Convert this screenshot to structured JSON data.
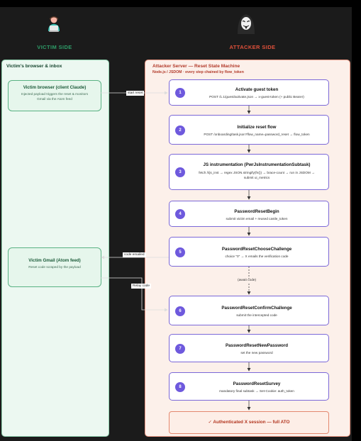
{
  "victim_side": {
    "title": "VICTIM SIDE",
    "panel_title": "Victim's browser & inbox",
    "browser": {
      "title": "Victim browser (client Claude)",
      "line1": "Injected payload triggers the reset & monitors",
      "line2": "Gmail via the Atom feed"
    },
    "gmail": {
      "title": "Victim Gmail (Atom feed)",
      "line1": "Reset code scraped by the payload"
    }
  },
  "attacker_side": {
    "title": "ATTACKER SIDE",
    "panel_title": "Attacker Server — Reset State Machine",
    "panel_subtitle": "Node.js / JSDOM · every step chained by flow_token"
  },
  "steps": [
    {
      "num": "1",
      "title": "Activate guest token",
      "desc1": "POST /1.1/guest/activate.json → x-guest-token (+ public Bearer)",
      "desc2": ""
    },
    {
      "num": "2",
      "title": "Initialize reset flow",
      "desc1": "POST /onboarding/task.json?flow_name=password_reset → flow_token",
      "desc2": ""
    },
    {
      "num": "3",
      "title": "JS instrumentation (PwrJsInstrumentationSubtask)",
      "desc1": "fetch /i/js_inst → regex JSON.stringify(fn()) → brace-count → run in JSDOM →",
      "desc2": "submit ui_metrics"
    },
    {
      "num": "4",
      "title": "PasswordResetBegin",
      "desc1": "submit victim email + reused castle_token",
      "desc2": ""
    },
    {
      "num": "5",
      "title": "PasswordResetChooseChallenge",
      "desc1": "choice \"0\" → X emails the verification code",
      "desc2": ""
    },
    {
      "num": "6",
      "title": "PasswordResetConfirmChallenge",
      "desc1": "submit the intercepted code",
      "desc2": ""
    },
    {
      "num": "7",
      "title": "PasswordResetNewPassword",
      "desc1": "set the new password",
      "desc2": ""
    },
    {
      "num": "8",
      "title": "PasswordResetSurvey",
      "desc1": "mandatory final subtask → Set-Cookie: auth_token",
      "desc2": ""
    }
  ],
  "final": {
    "label": "✓ Authenticated X session — full ATO"
  },
  "edges": {
    "start_reset": "start reset",
    "code_emailed": "code emailed",
    "relay_code": "Relay code",
    "await_code": "(await code)"
  },
  "icons": {
    "victim": "laptop-user-icon",
    "attacker": "hacker-mask-icon"
  },
  "colors": {
    "victim_accent": "#2e9c68",
    "attacker_accent": "#e0503a",
    "step_badge": "#6e59dd"
  }
}
